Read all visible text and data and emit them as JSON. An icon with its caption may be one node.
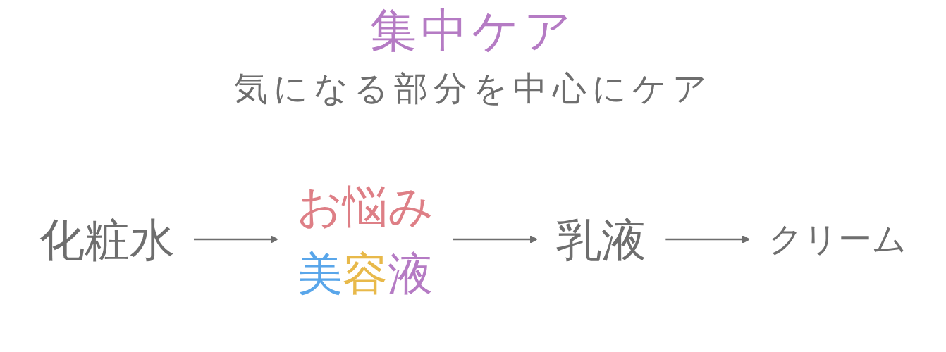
{
  "diagram": {
    "title": "集中ケア",
    "nodes": [
      {
        "text": [
          "化粧水"
        ]
      },
      {
        "text": [
          "お悩み",
          "美容液"
        ]
      },
      {
        "text": [
          "乳液"
        ]
      },
      {
        "text": [
          "クリーム"
        ]
      }
    ],
    "edges": [
      {
        "from": 0,
        "to": 1,
        "arrow": "to"
      },
      {
        "from": 1,
        "to": 2,
        "arrow": "to"
      },
      {
        "from": 2,
        "to": 3,
        "arrow": "to"
      }
    ],
    "labels": [
      "気になる部分を中心にケア"
    ]
  }
}
